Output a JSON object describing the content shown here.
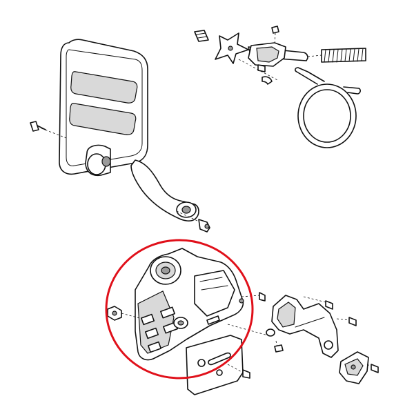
{
  "image": {
    "background_color": "#ffffff",
    "line_color": "#111111",
    "shade_color": "#d9d9d9",
    "dark_color": "#9a9a9a"
  },
  "highlight": {
    "shape": "ellipse",
    "color": "#e0101a",
    "encloses": "chain-brake-housing-cover"
  },
  "parts": [
    {
      "name": "front-hand-guard",
      "icon": "hand-guard-icon"
    },
    {
      "name": "brake-lever-linkage",
      "icon": "linkage-icon"
    },
    {
      "name": "brake-spring",
      "icon": "spring-icon"
    },
    {
      "name": "brake-band",
      "icon": "band-icon"
    },
    {
      "name": "chain-brake-housing-cover",
      "icon": "housing-cover-icon"
    },
    {
      "name": "cover-plate",
      "icon": "plate-icon"
    },
    {
      "name": "chain-catcher-bracket",
      "icon": "bracket-icon"
    },
    {
      "name": "chain-catcher",
      "icon": "catcher-icon"
    },
    {
      "name": "screws",
      "icon": "screw-icon"
    },
    {
      "name": "nut",
      "icon": "nut-icon"
    }
  ]
}
